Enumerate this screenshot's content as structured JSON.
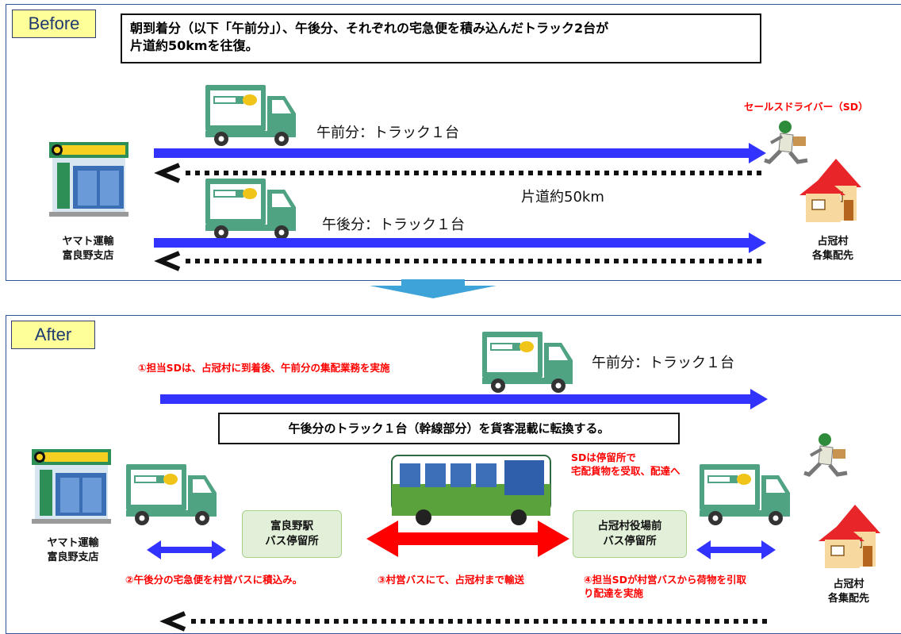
{
  "before": {
    "tag": "Before",
    "headline_line1": "朝到着分（以下「午前分」）、午後分、それぞれの宅急便を積み込んだトラック2台が",
    "headline_line2": "片道約50kmを往復。",
    "truck1_label": "午前分：トラック１台",
    "truck2_label": "午後分：トラック１台",
    "distance_label": "片道約50km",
    "sd_label": "セールスドライバー（SD）",
    "store_line1": "ヤマト運輸",
    "store_line2": "富良野支店",
    "dest_line1": "占冠村",
    "dest_line2": "各集配先"
  },
  "after": {
    "tag": "After",
    "note1": "①担当SDは、占冠村に到着後、午前分の集配業務を実施",
    "truck_label": "午前分：トラック１台",
    "headline": "午後分のトラック１台（幹線部分）を貨客混載に転換する。",
    "sd_note_line1": "SDは停留所で",
    "sd_note_line2": "宅配貨物を受取、配達へ",
    "stop1_line1": "富良野駅",
    "stop1_line2": "バス停留所",
    "stop2_line1": "占冠村役場前",
    "stop2_line2": "バス停留所",
    "note2": "②午後分の宅急便を村営バスに積込み。",
    "note3": "③村営バスにて、占冠村まで輸送",
    "note4_line1": "④担当SDが村営バスから荷物を引取",
    "note4_line2": "り配達を実施",
    "store_line1": "ヤマト運輸",
    "store_line2": "富良野支店",
    "dest_line1": "占冠村",
    "dest_line2": "各集配先"
  },
  "colors": {
    "arrow_blue": "#3333ff",
    "arrow_red": "#ff0000",
    "truck_green": "#4fa383",
    "tag_yellow": "#ffff99",
    "stop_green": "#e2f0d9"
  },
  "icons": [
    "truck-icon",
    "store-icon",
    "house-icon",
    "runner-icon",
    "bus-icon"
  ]
}
